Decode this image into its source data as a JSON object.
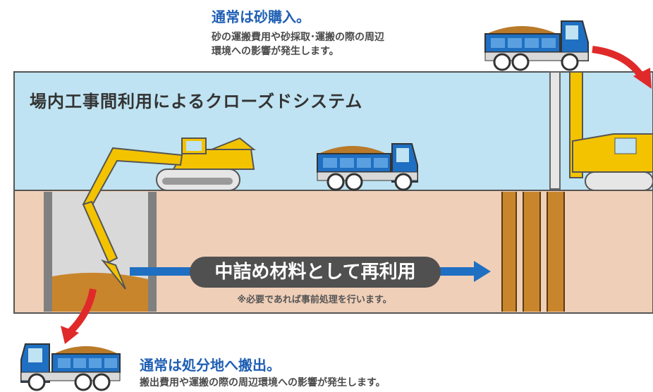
{
  "top_callout": {
    "title": "通常は砂購入。",
    "line1": "砂の運搬費用や砂採取･運搬の際の周辺",
    "line2": "環境への影響が発生します。"
  },
  "panel": {
    "title": "場内工事間利用によるクローズドシステム"
  },
  "reuse": {
    "label": "中詰め材料として再利用",
    "note": "※必要であれば事前処理を行います。"
  },
  "bottom_callout": {
    "title": "通常は処分地へ搬出。",
    "line1": "搬出費用や運搬の際の周辺環境への影響が発生します。"
  },
  "colors": {
    "sky": "#bfe3f2",
    "ground": "#f0cfb8",
    "accent_blue": "#1f5fb4",
    "arrow_red": "#e02a2a",
    "machine_yellow": "#f3c300",
    "truck_blue": "#1f6fc2",
    "soil": "#c9852c"
  }
}
